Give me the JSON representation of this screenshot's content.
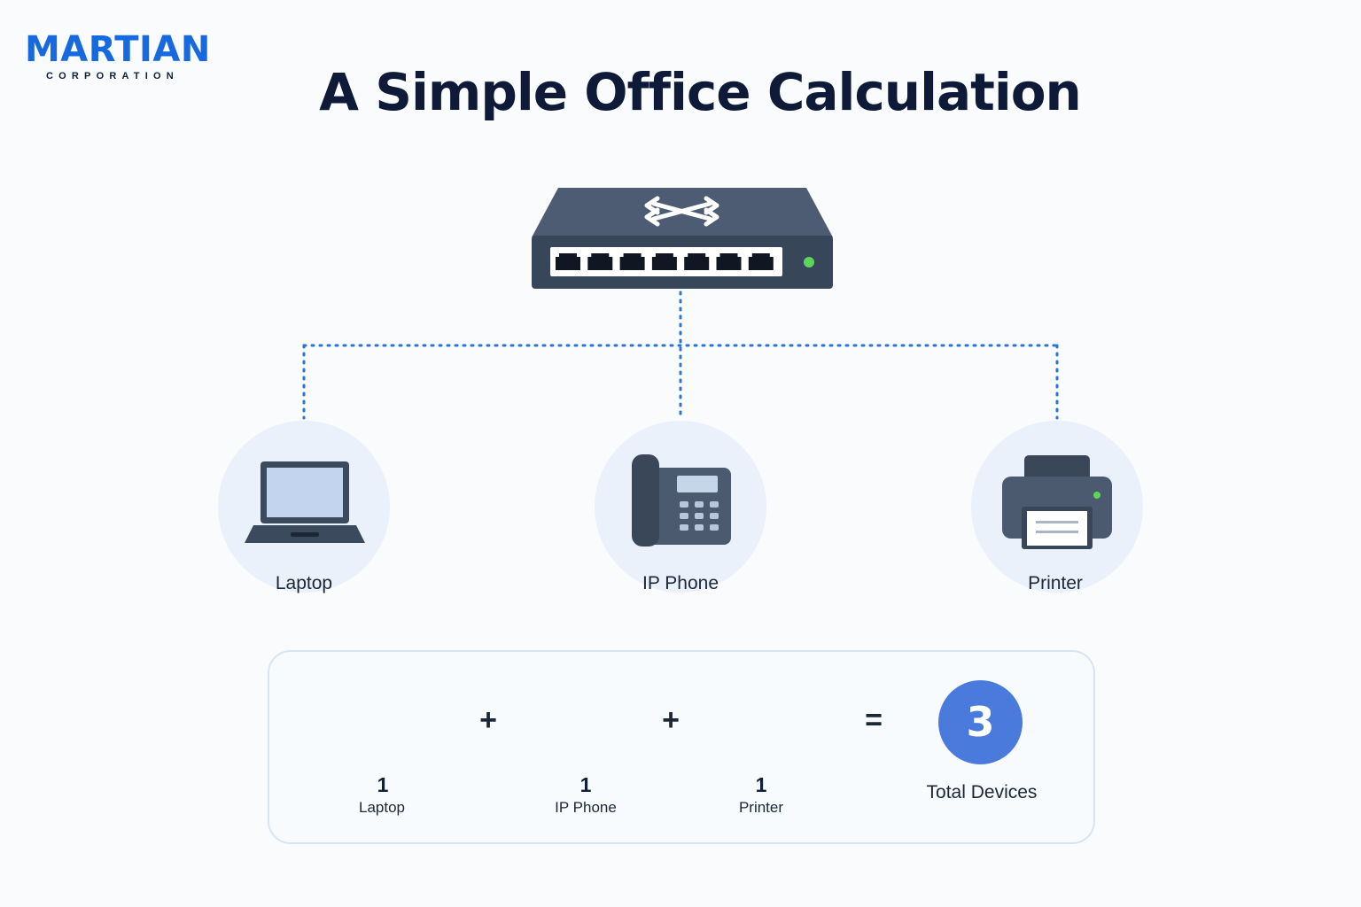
{
  "brand": {
    "name": "MARTIAN",
    "tagline": "CORPORATION",
    "color": "#1769e0"
  },
  "title": "A Simple Office Calculation",
  "switch": {
    "icon": "network-switch-icon",
    "port_count": 7,
    "status_light": "#5fd35a"
  },
  "devices": [
    {
      "label": "Laptop",
      "icon": "laptop-icon"
    },
    {
      "label": "IP Phone",
      "icon": "ip-phone-icon"
    },
    {
      "label": "Printer",
      "icon": "printer-icon"
    }
  ],
  "connection_color": "#2a74d8",
  "calculation": {
    "terms": [
      {
        "count": "1",
        "label": "Laptop",
        "icon": "laptop-icon"
      },
      {
        "count": "1",
        "label": "IP Phone",
        "icon": "ip-phone-icon"
      },
      {
        "count": "1",
        "label": "Printer",
        "icon": "printer-icon"
      }
    ],
    "plus": "+",
    "equals": "=",
    "total": "3",
    "total_label": "Total Devices",
    "accent": "#4a7adb"
  }
}
